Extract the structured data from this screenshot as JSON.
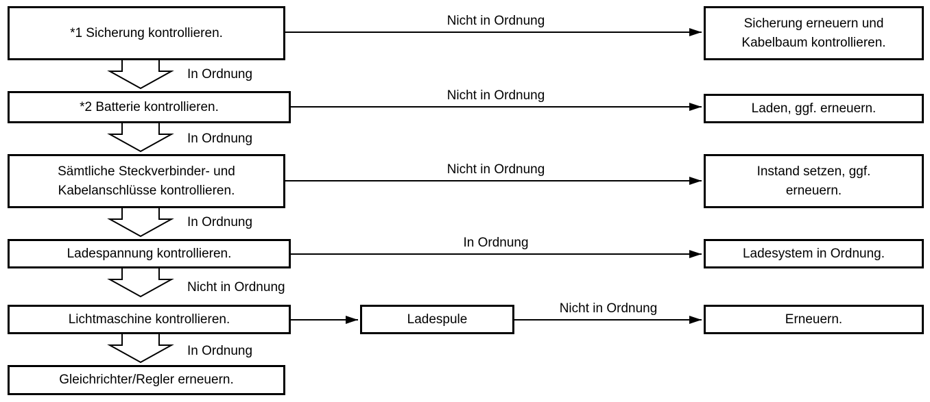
{
  "steps": {
    "fuse": "*1 Sicherung kontrollieren.",
    "battery": "*2 Batterie kontrollieren.",
    "connectors": "Sämtliche Steckverbinder- und\nKabelanschlüsse kontrollieren.",
    "charge_voltage": "Ladespannung kontrollieren.",
    "alternator": "Lichtmaschine kontrollieren.",
    "rectifier": "Gleichrichter/Regler erneuern."
  },
  "outcomes": {
    "fuse_fix": "Sicherung erneuern und\nKabelbaum kontrollieren.",
    "battery_fix": "Laden, ggf. erneuern.",
    "connectors_fix": "Instand setzen, ggf.\nerneuern.",
    "system_ok": "Ladesystem in Ordnung.",
    "charge_coil": "Ladespule",
    "replace": "Erneuern."
  },
  "labels": {
    "ok": "In Ordnung",
    "not_ok": "Nicht in Ordnung"
  }
}
